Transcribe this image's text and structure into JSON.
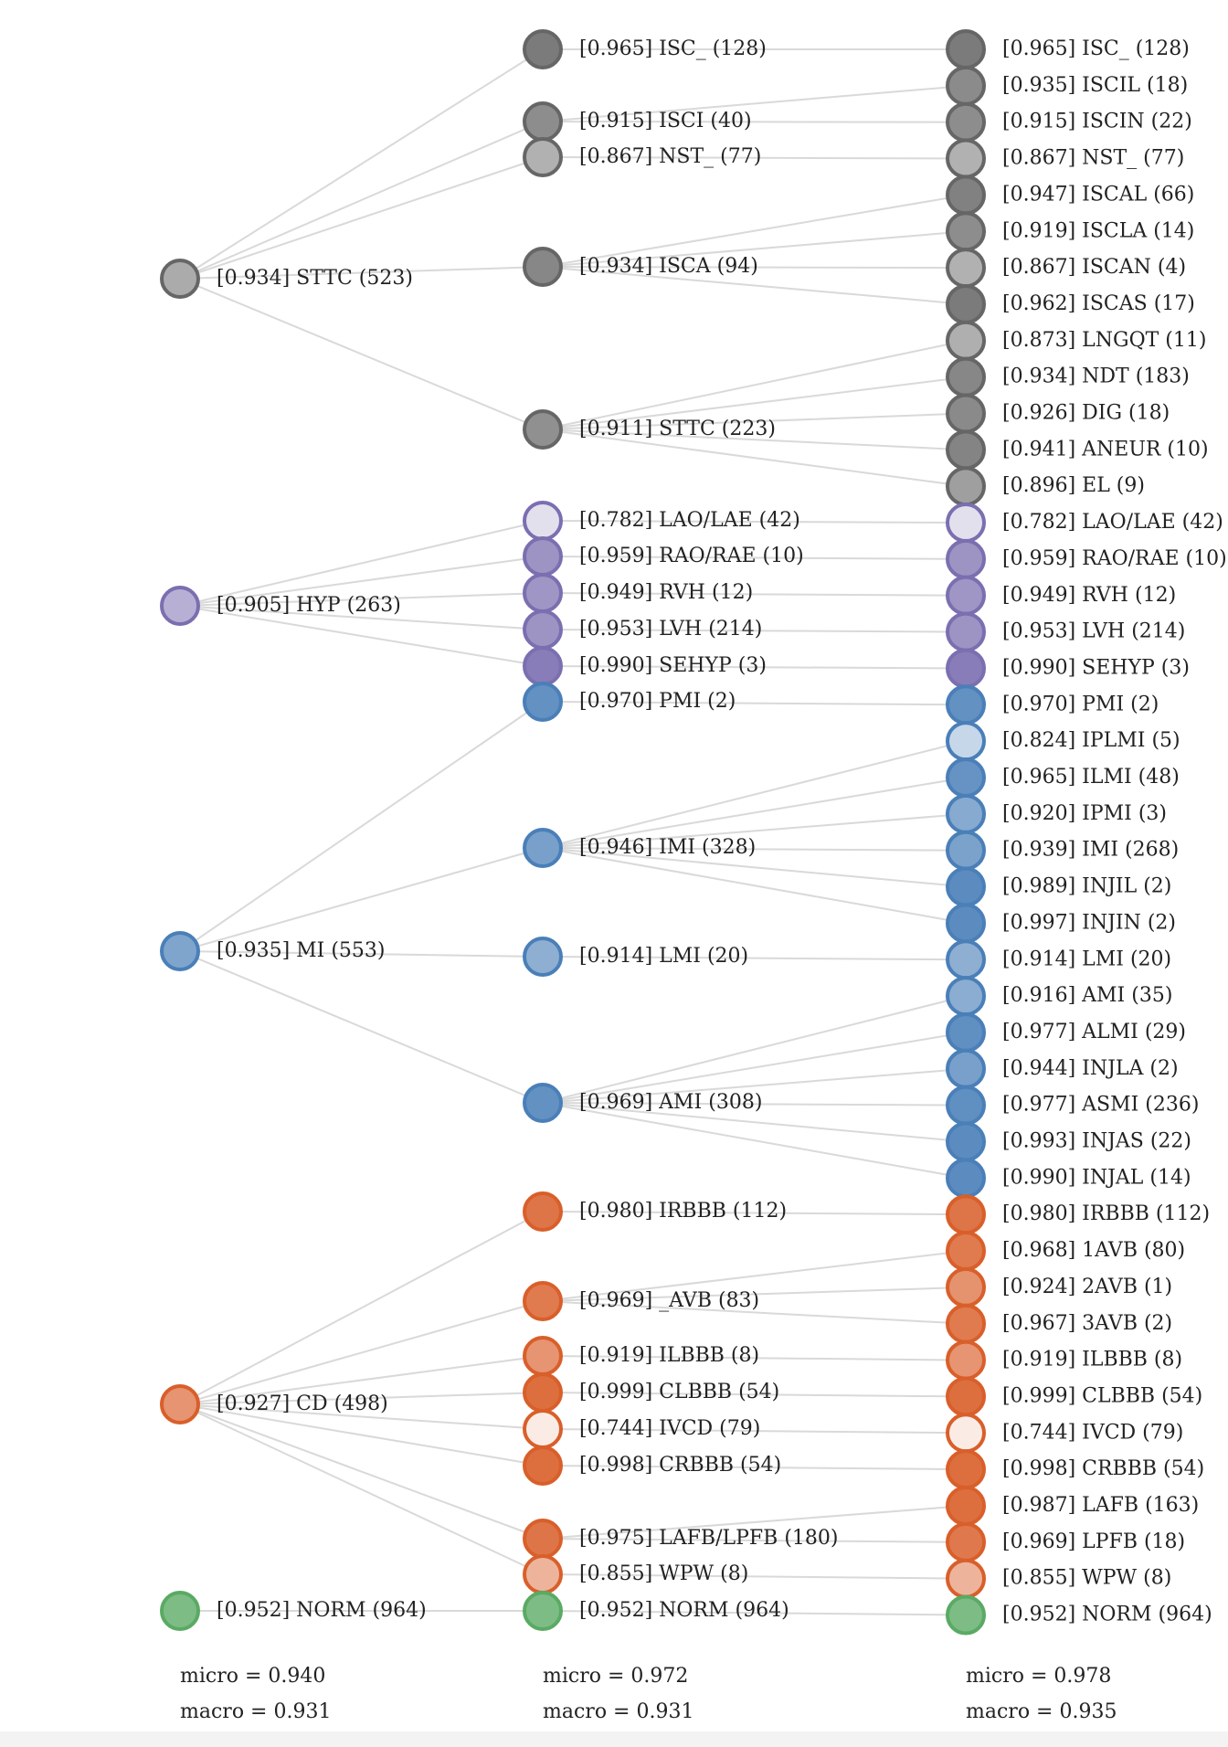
{
  "colors": {
    "STTC": "#666666",
    "HYP": "#7b6fb0",
    "MI": "#4a7fb8",
    "CD": "#d95f2a",
    "NORM": "#5aaa64",
    "edge": "#d9d9d9"
  },
  "levels": [
    {
      "nodes": [
        {
          "id": "STTC",
          "score": "0.934",
          "name": "STTC",
          "count": "523",
          "group": "STTC",
          "shade": 0.55
        },
        {
          "id": "HYP",
          "score": "0.905",
          "name": "HYP",
          "count": "263",
          "group": "HYP",
          "shade": 0.55
        },
        {
          "id": "MI",
          "score": "0.935",
          "name": "MI",
          "count": "553",
          "group": "MI",
          "shade": 0.75
        },
        {
          "id": "CD",
          "score": "0.927",
          "name": "CD",
          "count": "498",
          "group": "CD",
          "shade": 0.7
        },
        {
          "id": "NORM",
          "score": "0.952",
          "name": "NORM",
          "count": "964",
          "group": "NORM",
          "shade": 0.85
        }
      ],
      "metrics": {
        "micro": "micro = 0.940",
        "macro": "macro = 0.931"
      }
    },
    {
      "nodes": [
        {
          "id": "ISC_",
          "score": "0.965",
          "name": "ISC_",
          "count": "128",
          "group": "STTC",
          "shade": 0.95,
          "parent": "STTC"
        },
        {
          "id": "ISCI",
          "score": "0.915",
          "name": "ISCI",
          "count": "40",
          "group": "STTC",
          "shade": 0.8,
          "parent": "STTC"
        },
        {
          "id": "NST_",
          "score": "0.867",
          "name": "NST_",
          "count": "77",
          "group": "STTC",
          "shade": 0.5,
          "parent": "STTC"
        },
        {
          "id": "ISCA",
          "score": "0.934",
          "name": "ISCA",
          "count": "94",
          "group": "STTC",
          "shade": 0.85,
          "parent": "STTC"
        },
        {
          "id": "STTC2",
          "score": "0.911",
          "name": "STTC",
          "count": "223",
          "group": "STTC",
          "shade": 0.78,
          "parent": "STTC"
        },
        {
          "id": "LAO/LAE",
          "score": "0.782",
          "name": "LAO/LAE",
          "count": "42",
          "group": "HYP",
          "shade": 0.12,
          "parent": "HYP"
        },
        {
          "id": "RAO/RAE",
          "score": "0.959",
          "name": "RAO/RAE",
          "count": "10",
          "group": "HYP",
          "shade": 0.8,
          "parent": "HYP"
        },
        {
          "id": "RVH",
          "score": "0.949",
          "name": "RVH",
          "count": "12",
          "group": "HYP",
          "shade": 0.78,
          "parent": "HYP"
        },
        {
          "id": "LVH",
          "score": "0.953",
          "name": "LVH",
          "count": "214",
          "group": "HYP",
          "shade": 0.8,
          "parent": "HYP"
        },
        {
          "id": "SEHYP",
          "score": "0.990",
          "name": "SEHYP",
          "count": "3",
          "group": "HYP",
          "shade": 1.0,
          "parent": "HYP"
        },
        {
          "id": "PMI",
          "score": "0.970",
          "name": "PMI",
          "count": "2",
          "group": "MI",
          "shade": 0.95,
          "parent": "MI"
        },
        {
          "id": "IMI",
          "score": "0.946",
          "name": "IMI",
          "count": "328",
          "group": "MI",
          "shade": 0.8,
          "parent": "MI"
        },
        {
          "id": "LMI",
          "score": "0.914",
          "name": "LMI",
          "count": "20",
          "group": "MI",
          "shade": 0.65,
          "parent": "MI"
        },
        {
          "id": "AMI",
          "score": "0.969",
          "name": "AMI",
          "count": "308",
          "group": "MI",
          "shade": 0.95,
          "parent": "MI"
        },
        {
          "id": "IRBBB",
          "score": "0.980",
          "name": "IRBBB",
          "count": "112",
          "group": "CD",
          "shade": 0.95,
          "parent": "CD"
        },
        {
          "id": "_AVB",
          "score": "0.969",
          "name": "_AVB",
          "count": "83",
          "group": "CD",
          "shade": 0.9,
          "parent": "CD"
        },
        {
          "id": "ILBBB",
          "score": "0.919",
          "name": "ILBBB",
          "count": "8",
          "group": "CD",
          "shade": 0.7,
          "parent": "CD"
        },
        {
          "id": "CLBBB",
          "score": "0.999",
          "name": "CLBBB",
          "count": "54",
          "group": "CD",
          "shade": 1.0,
          "parent": "CD"
        },
        {
          "id": "IVCD",
          "score": "0.744",
          "name": "IVCD",
          "count": "79",
          "group": "CD",
          "shade": 0.0,
          "parent": "CD"
        },
        {
          "id": "CRBBB",
          "score": "0.998",
          "name": "CRBBB",
          "count": "54",
          "group": "CD",
          "shade": 1.0,
          "parent": "CD"
        },
        {
          "id": "LAFB/LPFB",
          "score": "0.975",
          "name": "LAFB/LPFB",
          "count": "180",
          "group": "CD",
          "shade": 0.95,
          "parent": "CD"
        },
        {
          "id": "WPW",
          "score": "0.855",
          "name": "WPW",
          "count": "8",
          "group": "CD",
          "shade": 0.45,
          "parent": "CD"
        },
        {
          "id": "NORM2",
          "score": "0.952",
          "name": "NORM",
          "count": "964",
          "group": "NORM",
          "shade": 0.85,
          "parent": "NORM"
        }
      ],
      "metrics": {
        "micro": "micro = 0.972",
        "macro": "macro = 0.931"
      }
    },
    {
      "nodes": [
        {
          "id": "ISC_3",
          "score": "0.965",
          "name": "ISC_",
          "count": "128",
          "group": "STTC",
          "shade": 0.95,
          "parent": "ISC_"
        },
        {
          "id": "ISCIL",
          "score": "0.935",
          "name": "ISCIL",
          "count": "18",
          "group": "STTC",
          "shade": 0.82,
          "parent": "ISCI"
        },
        {
          "id": "ISCIN",
          "score": "0.915",
          "name": "ISCIN",
          "count": "22",
          "group": "STTC",
          "shade": 0.8,
          "parent": "ISCI"
        },
        {
          "id": "NST_3",
          "score": "0.867",
          "name": "NST_",
          "count": "77",
          "group": "STTC",
          "shade": 0.5,
          "parent": "NST_"
        },
        {
          "id": "ISCAL",
          "score": "0.947",
          "name": "ISCAL",
          "count": "66",
          "group": "STTC",
          "shade": 0.9,
          "parent": "ISCA"
        },
        {
          "id": "ISCLA",
          "score": "0.919",
          "name": "ISCLA",
          "count": "14",
          "group": "STTC",
          "shade": 0.8,
          "parent": "ISCA"
        },
        {
          "id": "ISCAN",
          "score": "0.867",
          "name": "ISCAN",
          "count": "4",
          "group": "STTC",
          "shade": 0.5,
          "parent": "ISCA"
        },
        {
          "id": "ISCAS",
          "score": "0.962",
          "name": "ISCAS",
          "count": "17",
          "group": "STTC",
          "shade": 0.95,
          "parent": "ISCA"
        },
        {
          "id": "LNGQT",
          "score": "0.873",
          "name": "LNGQT",
          "count": "11",
          "group": "STTC",
          "shade": 0.52,
          "parent": "STTC2"
        },
        {
          "id": "NDT",
          "score": "0.934",
          "name": "NDT",
          "count": "183",
          "group": "STTC",
          "shade": 0.85,
          "parent": "STTC2"
        },
        {
          "id": "DIG",
          "score": "0.926",
          "name": "DIG",
          "count": "18",
          "group": "STTC",
          "shade": 0.83,
          "parent": "STTC2"
        },
        {
          "id": "ANEUR",
          "score": "0.941",
          "name": "ANEUR",
          "count": "10",
          "group": "STTC",
          "shade": 0.88,
          "parent": "STTC2"
        },
        {
          "id": "EL",
          "score": "0.896",
          "name": "EL",
          "count": "9",
          "group": "STTC",
          "shade": 0.65,
          "parent": "STTC2"
        },
        {
          "id": "LAO/LAE3",
          "score": "0.782",
          "name": "LAO/LAE",
          "count": "42",
          "group": "HYP",
          "shade": 0.12,
          "parent": "LAO/LAE"
        },
        {
          "id": "RAO/RAE3",
          "score": "0.959",
          "name": "RAO/RAE",
          "count": "10",
          "group": "HYP",
          "shade": 0.8,
          "parent": "RAO/RAE"
        },
        {
          "id": "RVH3",
          "score": "0.949",
          "name": "RVH",
          "count": "12",
          "group": "HYP",
          "shade": 0.78,
          "parent": "RVH"
        },
        {
          "id": "LVH3",
          "score": "0.953",
          "name": "LVH",
          "count": "214",
          "group": "HYP",
          "shade": 0.8,
          "parent": "LVH"
        },
        {
          "id": "SEHYP3",
          "score": "0.990",
          "name": "SEHYP",
          "count": "3",
          "group": "HYP",
          "shade": 1.0,
          "parent": "SEHYP"
        },
        {
          "id": "PMI3",
          "score": "0.970",
          "name": "PMI",
          "count": "2",
          "group": "MI",
          "shade": 0.95,
          "parent": "PMI"
        },
        {
          "id": "IPLMI",
          "score": "0.824",
          "name": "IPLMI",
          "count": "5",
          "group": "MI",
          "shade": 0.25,
          "parent": "IMI"
        },
        {
          "id": "ILMI",
          "score": "0.965",
          "name": "ILMI",
          "count": "48",
          "group": "MI",
          "shade": 0.93,
          "parent": "IMI"
        },
        {
          "id": "IPMI",
          "score": "0.920",
          "name": "IPMI",
          "count": "3",
          "group": "MI",
          "shade": 0.7,
          "parent": "IMI"
        },
        {
          "id": "IMI3",
          "score": "0.939",
          "name": "IMI",
          "count": "268",
          "group": "MI",
          "shade": 0.78,
          "parent": "IMI"
        },
        {
          "id": "INJIL",
          "score": "0.989",
          "name": "INJIL",
          "count": "2",
          "group": "MI",
          "shade": 1.0,
          "parent": "IMI"
        },
        {
          "id": "INJIN",
          "score": "0.997",
          "name": "INJIN",
          "count": "2",
          "group": "MI",
          "shade": 1.0,
          "parent": "IMI"
        },
        {
          "id": "LMI3",
          "score": "0.914",
          "name": "LMI",
          "count": "20",
          "group": "MI",
          "shade": 0.65,
          "parent": "LMI"
        },
        {
          "id": "AMI3",
          "score": "0.916",
          "name": "AMI",
          "count": "35",
          "group": "MI",
          "shade": 0.67,
          "parent": "AMI"
        },
        {
          "id": "ALMI",
          "score": "0.977",
          "name": "ALMI",
          "count": "29",
          "group": "MI",
          "shade": 0.97,
          "parent": "AMI"
        },
        {
          "id": "INJLA",
          "score": "0.944",
          "name": "INJLA",
          "count": "2",
          "group": "MI",
          "shade": 0.8,
          "parent": "AMI"
        },
        {
          "id": "ASMI",
          "score": "0.977",
          "name": "ASMI",
          "count": "236",
          "group": "MI",
          "shade": 0.97,
          "parent": "AMI"
        },
        {
          "id": "INJAS",
          "score": "0.993",
          "name": "INJAS",
          "count": "22",
          "group": "MI",
          "shade": 1.0,
          "parent": "AMI"
        },
        {
          "id": "INJAL",
          "score": "0.990",
          "name": "INJAL",
          "count": "14",
          "group": "MI",
          "shade": 1.0,
          "parent": "AMI"
        },
        {
          "id": "IRBBB3",
          "score": "0.980",
          "name": "IRBBB",
          "count": "112",
          "group": "CD",
          "shade": 0.95,
          "parent": "IRBBB"
        },
        {
          "id": "1AVB",
          "score": "0.968",
          "name": "1AVB",
          "count": "80",
          "group": "CD",
          "shade": 0.9,
          "parent": "_AVB"
        },
        {
          "id": "2AVB",
          "score": "0.924",
          "name": "2AVB",
          "count": "1",
          "group": "CD",
          "shade": 0.72,
          "parent": "_AVB"
        },
        {
          "id": "3AVB",
          "score": "0.967",
          "name": "3AVB",
          "count": "2",
          "group": "CD",
          "shade": 0.9,
          "parent": "_AVB"
        },
        {
          "id": "ILBBB3",
          "score": "0.919",
          "name": "ILBBB",
          "count": "8",
          "group": "CD",
          "shade": 0.7,
          "parent": "ILBBB"
        },
        {
          "id": "CLBBB3",
          "score": "0.999",
          "name": "CLBBB",
          "count": "54",
          "group": "CD",
          "shade": 1.0,
          "parent": "CLBBB"
        },
        {
          "id": "IVCD3",
          "score": "0.744",
          "name": "IVCD",
          "count": "79",
          "group": "CD",
          "shade": 0.0,
          "parent": "IVCD"
        },
        {
          "id": "CRBBB3",
          "score": "0.998",
          "name": "CRBBB",
          "count": "54",
          "group": "CD",
          "shade": 1.0,
          "parent": "CRBBB"
        },
        {
          "id": "LAFB",
          "score": "0.987",
          "name": "LAFB",
          "count": "163",
          "group": "CD",
          "shade": 1.0,
          "parent": "LAFB/LPFB"
        },
        {
          "id": "LPFB",
          "score": "0.969",
          "name": "LPFB",
          "count": "18",
          "group": "CD",
          "shade": 0.92,
          "parent": "LAFB/LPFB"
        },
        {
          "id": "WPW3",
          "score": "0.855",
          "name": "WPW",
          "count": "8",
          "group": "CD",
          "shade": 0.45,
          "parent": "WPW"
        },
        {
          "id": "NORM3",
          "score": "0.952",
          "name": "NORM",
          "count": "964",
          "group": "NORM",
          "shade": 0.85,
          "parent": "NORM2"
        }
      ],
      "metrics": {
        "micro": "micro = 0.978",
        "macro": "macro = 0.935"
      }
    }
  ]
}
